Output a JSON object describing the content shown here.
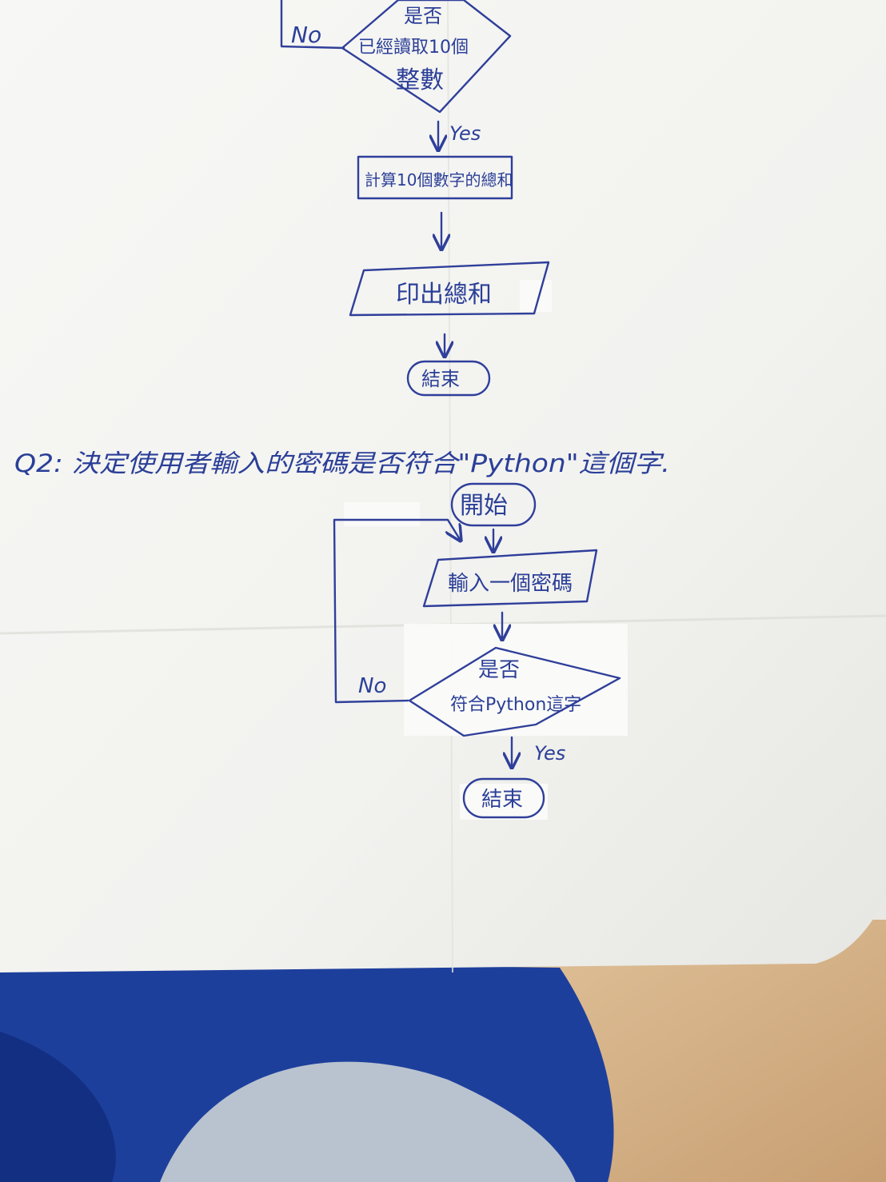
{
  "flowchart_1": {
    "no_label": "No",
    "decision_line1": "是否",
    "decision_line2": "已經讀取10個",
    "decision_line3": "整數",
    "yes_label": "Yes",
    "process_label": "計算10個數字的總和",
    "output_label": "印出總和",
    "end_label": "結束"
  },
  "question_2": {
    "text": "Q2: 決定使用者輸入的密碼是否符合\"Python\"這個字."
  },
  "flowchart_2": {
    "start_label": "開始",
    "input_label": "輸入一個密碼",
    "decision_line1": "是否",
    "decision_line2": "符合Python這字",
    "no_label": "No",
    "yes_label": "Yes",
    "end_label": "結束"
  },
  "colors": {
    "ink": "#2f3f9a",
    "paper": "#f6f6f3",
    "jacket": "#1d3f9c",
    "table": "#d6b48c"
  }
}
